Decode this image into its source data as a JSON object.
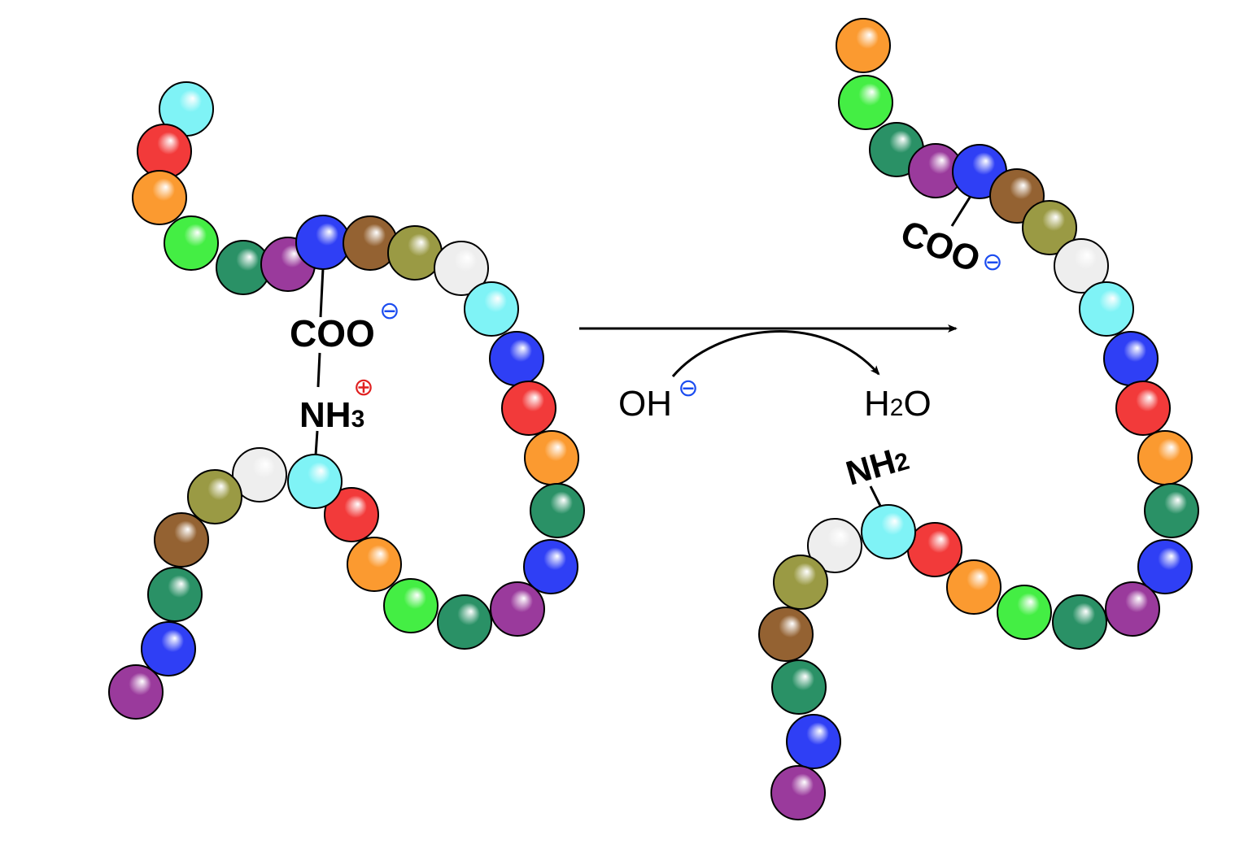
{
  "palette": {
    "cyan": "#7ff3f6",
    "red": "#f23a3a",
    "orange": "#fb9a30",
    "green": "#44ee44",
    "darkgreen": "#2a9166",
    "purple": "#9a3a9c",
    "blue": "#2f3ff5",
    "brown": "#946232",
    "olive": "#9a9a44",
    "white": "#eeeeee",
    "charge_negative": "#1b4cf0",
    "charge_positive": "#e02020"
  },
  "left_chain": {
    "beads": [
      "cyan",
      "red",
      "orange",
      "green",
      "darkgreen",
      "purple",
      "blue",
      "brown",
      "olive",
      "white",
      "cyan",
      "blue",
      "red",
      "orange",
      "darkgreen",
      "blue",
      "purple",
      "darkgreen",
      "green",
      "orange",
      "red",
      "cyan",
      "white",
      "olive",
      "brown",
      "darkgreen",
      "blue",
      "purple"
    ],
    "carboxylate": "COO",
    "amine": "NH",
    "amine_sub": "3",
    "neg_charge": "⊖",
    "pos_charge": "⊕"
  },
  "reaction": {
    "reactant": "OH",
    "reactant_charge": "⊖",
    "product_h": "H",
    "product_sub": "2",
    "product_o": "O"
  },
  "right_chain": {
    "beads": [
      "orange",
      "green",
      "darkgreen",
      "purple",
      "blue",
      "brown",
      "olive",
      "white",
      "cyan",
      "blue",
      "red",
      "orange",
      "darkgreen",
      "blue",
      "purple",
      "darkgreen",
      "green",
      "orange",
      "red",
      "cyan",
      "white",
      "olive",
      "brown",
      "darkgreen",
      "blue",
      "purple"
    ],
    "carboxylate": "COO",
    "neg_charge": "⊖",
    "amine": "NH",
    "amine_sub": "2"
  }
}
